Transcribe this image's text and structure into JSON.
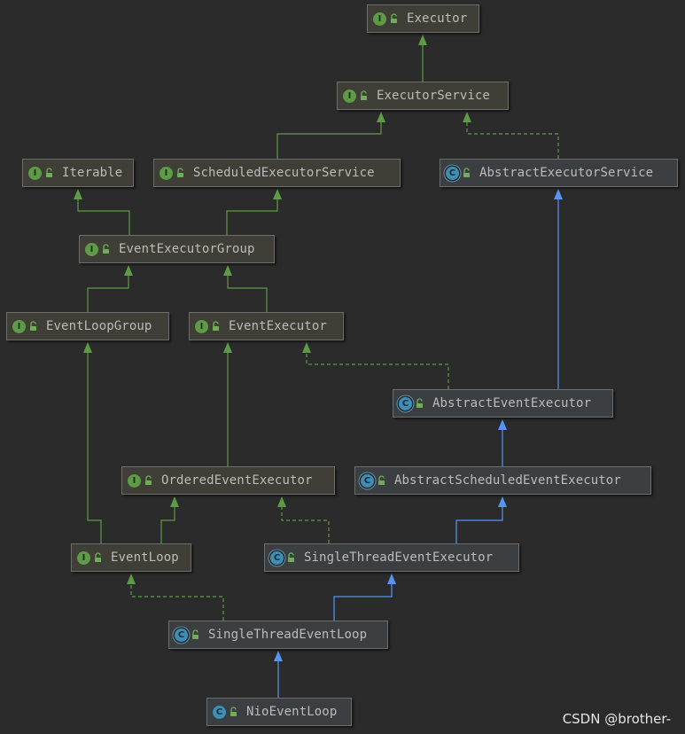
{
  "diagram": {
    "nodes": [
      {
        "id": "executor",
        "label": "Executor",
        "kind": "interface",
        "badge": "I"
      },
      {
        "id": "executor-service",
        "label": "ExecutorService",
        "kind": "interface",
        "badge": "I"
      },
      {
        "id": "iterable",
        "label": "Iterable",
        "kind": "interface",
        "badge": "I"
      },
      {
        "id": "scheduled-executor-service",
        "label": "ScheduledExecutorService",
        "kind": "interface",
        "badge": "I"
      },
      {
        "id": "abstract-executor-service",
        "label": "AbstractExecutorService",
        "kind": "abstract",
        "badge": "C"
      },
      {
        "id": "event-executor-group",
        "label": "EventExecutorGroup",
        "kind": "interface",
        "badge": "I"
      },
      {
        "id": "event-loop-group",
        "label": "EventLoopGroup",
        "kind": "interface",
        "badge": "I"
      },
      {
        "id": "event-executor",
        "label": "EventExecutor",
        "kind": "interface",
        "badge": "I"
      },
      {
        "id": "abstract-event-executor",
        "label": "AbstractEventExecutor",
        "kind": "abstract",
        "badge": "C"
      },
      {
        "id": "ordered-event-executor",
        "label": "OrderedEventExecutor",
        "kind": "interface",
        "badge": "I"
      },
      {
        "id": "abstract-scheduled-event-executor",
        "label": "AbstractScheduledEventExecutor",
        "kind": "abstract",
        "badge": "C"
      },
      {
        "id": "event-loop",
        "label": "EventLoop",
        "kind": "interface",
        "badge": "I"
      },
      {
        "id": "single-thread-event-executor",
        "label": "SingleThreadEventExecutor",
        "kind": "abstract",
        "badge": "C"
      },
      {
        "id": "single-thread-event-loop",
        "label": "SingleThreadEventLoop",
        "kind": "abstract",
        "badge": "C"
      },
      {
        "id": "nio-event-loop",
        "label": "NioEventLoop",
        "kind": "class",
        "badge": "C"
      }
    ],
    "edges": [
      {
        "from": "executor-service",
        "to": "executor",
        "type": "extends-interface"
      },
      {
        "from": "scheduled-executor-service",
        "to": "executor-service",
        "type": "extends-interface"
      },
      {
        "from": "abstract-executor-service",
        "to": "executor-service",
        "type": "implements"
      },
      {
        "from": "event-executor-group",
        "to": "iterable",
        "type": "extends-interface"
      },
      {
        "from": "event-executor-group",
        "to": "scheduled-executor-service",
        "type": "extends-interface"
      },
      {
        "from": "event-loop-group",
        "to": "event-executor-group",
        "type": "extends-interface"
      },
      {
        "from": "event-executor",
        "to": "event-executor-group",
        "type": "extends-interface"
      },
      {
        "from": "abstract-event-executor",
        "to": "event-executor",
        "type": "implements"
      },
      {
        "from": "abstract-event-executor",
        "to": "abstract-executor-service",
        "type": "extends-class"
      },
      {
        "from": "ordered-event-executor",
        "to": "event-executor",
        "type": "extends-interface"
      },
      {
        "from": "abstract-scheduled-event-executor",
        "to": "abstract-event-executor",
        "type": "extends-class"
      },
      {
        "from": "event-loop",
        "to": "event-loop-group",
        "type": "extends-interface"
      },
      {
        "from": "event-loop",
        "to": "ordered-event-executor",
        "type": "extends-interface"
      },
      {
        "from": "single-thread-event-executor",
        "to": "ordered-event-executor",
        "type": "implements"
      },
      {
        "from": "single-thread-event-executor",
        "to": "abstract-scheduled-event-executor",
        "type": "extends-class"
      },
      {
        "from": "single-thread-event-loop",
        "to": "event-loop",
        "type": "implements"
      },
      {
        "from": "single-thread-event-loop",
        "to": "single-thread-event-executor",
        "type": "extends-class"
      },
      {
        "from": "nio-event-loop",
        "to": "single-thread-event-loop",
        "type": "extends-class"
      }
    ],
    "colors": {
      "interface_edge": "#5d9b47",
      "class_edge": "#5794f2",
      "interface_badge": "#5d9b47",
      "class_badge": "#3d8fb5",
      "node_text": "#bbbbbb",
      "background": "#2b2b2b"
    },
    "icons": {
      "interface": "interface-icon",
      "class": "class-icon",
      "abstract": "abstract-class-icon",
      "visibility": "unlock-icon"
    }
  },
  "watermark": "CSDN @brother-"
}
